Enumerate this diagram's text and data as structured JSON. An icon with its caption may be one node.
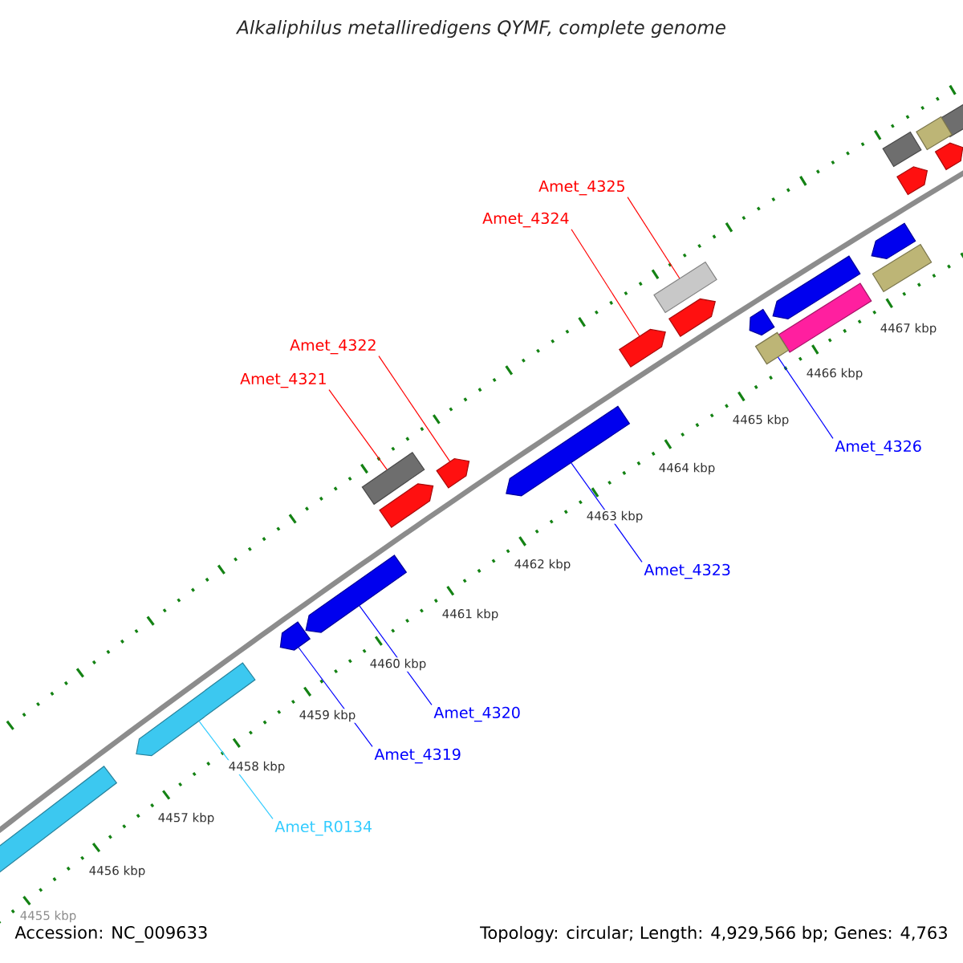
{
  "diagram": {
    "title": "Alkaliphilus metalliredigens QYMF, complete genome",
    "nodes": [
      {
        "text": [
          "Amet_4325"
        ]
      },
      {
        "text": [
          "Amet_4324"
        ]
      },
      {
        "text": [
          "Amet_4322"
        ]
      },
      {
        "text": [
          "Amet_4321"
        ]
      },
      {
        "text": [
          "Amet_4326"
        ]
      },
      {
        "text": [
          "Amet_4323"
        ]
      },
      {
        "text": [
          "Amet_4320"
        ]
      },
      {
        "text": [
          "Amet_4319"
        ]
      },
      {
        "text": [
          "Amet_R0134"
        ]
      },
      {
        "text": [],
        "shape": "box"
      },
      {
        "text": [],
        "shape": "box"
      },
      {
        "text": [],
        "shape": "box"
      },
      {
        "text": [],
        "shape": "pentagon"
      },
      {
        "text": [],
        "shape": "pentagon"
      },
      {
        "text": [],
        "shape": "pentagon"
      },
      {
        "text": [],
        "shape": "box"
      },
      {
        "text": [],
        "shape": "box"
      },
      {
        "text": [],
        "shape": "pentagon"
      },
      {
        "text": [],
        "shape": "pentagon"
      },
      {
        "text": [],
        "shape": "box"
      },
      {
        "text": [],
        "shape": "pentagon"
      },
      {
        "text": [],
        "shape": "pentagon"
      },
      {
        "text": [],
        "shape": "box"
      },
      {
        "text": [],
        "shape": "pentagon"
      },
      {
        "text": [],
        "shape": "pentagon"
      },
      {
        "text": [],
        "shape": "box"
      },
      {
        "text": [],
        "shape": "pentagon"
      },
      {
        "text": [],
        "shape": "pentagon"
      },
      {
        "text": [],
        "shape": "pentagon"
      },
      {
        "text": [],
        "shape": "pentagon"
      },
      {
        "text": [],
        "shape": "box"
      }
    ],
    "edges": [
      {
        "from": 0,
        "to": 16,
        "arrow": "none",
        "color": "#ff0000"
      },
      {
        "from": 1,
        "to": 21,
        "arrow": "none",
        "color": "#ff0000"
      },
      {
        "from": 2,
        "to": 24,
        "arrow": "none",
        "color": "#ff0000"
      },
      {
        "from": 3,
        "to": 25,
        "arrow": "none",
        "color": "#ff0000"
      },
      {
        "from": 4,
        "to": 22,
        "arrow": "none",
        "color": "#0000ff"
      },
      {
        "from": 5,
        "to": 23,
        "arrow": "none",
        "color": "#0000ff"
      },
      {
        "from": 6,
        "to": 27,
        "arrow": "none",
        "color": "#0000ff"
      },
      {
        "from": 7,
        "to": 28,
        "arrow": "none",
        "color": "#0000ff"
      },
      {
        "from": 8,
        "to": 29,
        "arrow": "none",
        "color": "#33ccff"
      }
    ],
    "labels": [
      "4467 kbp",
      "4466 kbp",
      "4465 kbp",
      "4464 kbp",
      "4463 kbp",
      "4462 kbp",
      "4461 kbp",
      "4460 kbp",
      "4459 kbp",
      "4458 kbp",
      "4457 kbp",
      "4456 kbp",
      "4455 kbp",
      "Accession: NC_009633",
      "Topology: circular; Length: 4,929,566 bp; Genes: 4,763"
    ]
  }
}
